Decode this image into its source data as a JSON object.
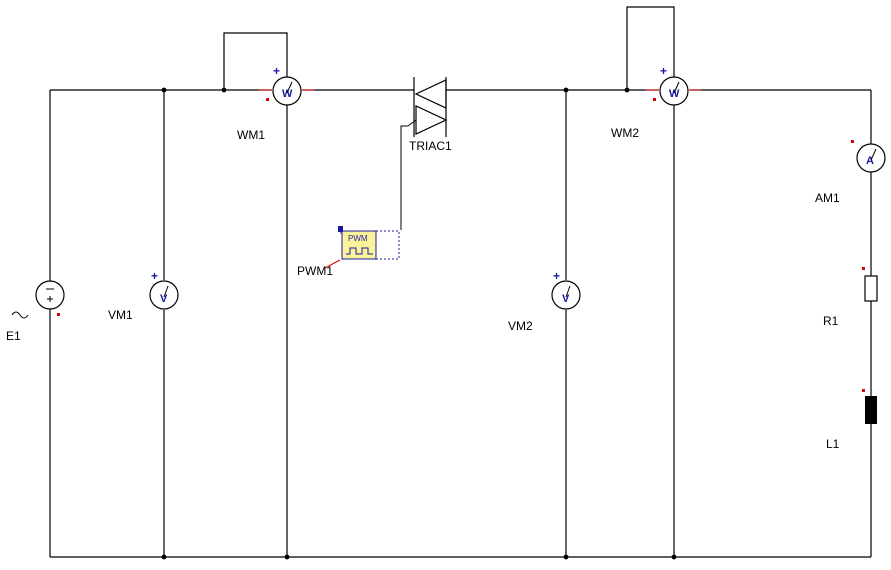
{
  "components": {
    "source": {
      "label": "E1"
    },
    "voltmeter_1": {
      "label": "VM1",
      "letter": "V",
      "polarity": "+"
    },
    "wattmeter_1": {
      "label": "WM1",
      "letter": "W",
      "polarity": "+"
    },
    "triac": {
      "label": "TRIAC1"
    },
    "pwm": {
      "label": "PWM1",
      "text": "PWM"
    },
    "voltmeter_2": {
      "label": "VM2",
      "letter": "V",
      "polarity": "+"
    },
    "wattmeter_2": {
      "label": "WM2",
      "letter": "W",
      "polarity": "+"
    },
    "ammeter": {
      "label": "AM1",
      "letter": "A"
    },
    "resistor": {
      "label": "R1"
    },
    "inductor": {
      "label": "L1"
    }
  },
  "colors": {
    "wire": "#000000",
    "pin": "#e00000",
    "meter_symbol": "#1a1aa0",
    "pwm_fill": "#fbf39a"
  }
}
